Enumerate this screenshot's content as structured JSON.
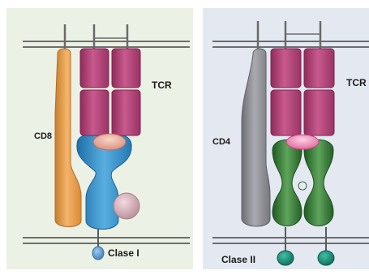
{
  "left_panel": {
    "coreceptor_label": "CD8",
    "receptor_label": "TCR",
    "mhc_label": "Clase I"
  },
  "right_panel": {
    "coreceptor_label": "CD4",
    "receptor_label": "TCR",
    "mhc_label": "Clase II"
  },
  "colors": {
    "left_background": "#ecf1e6",
    "right_background": "#e4e9f1",
    "cd8": "#e6a65a",
    "cd4": "#8f9096",
    "tcr": "#b8467a",
    "mhc_class_i": "#3f95cc",
    "beta2_microglobulin": "#d8b1b9",
    "mhc_class_ii": "#3a7d3a",
    "peptide": "#f08eb8",
    "membrane": "#444444"
  }
}
